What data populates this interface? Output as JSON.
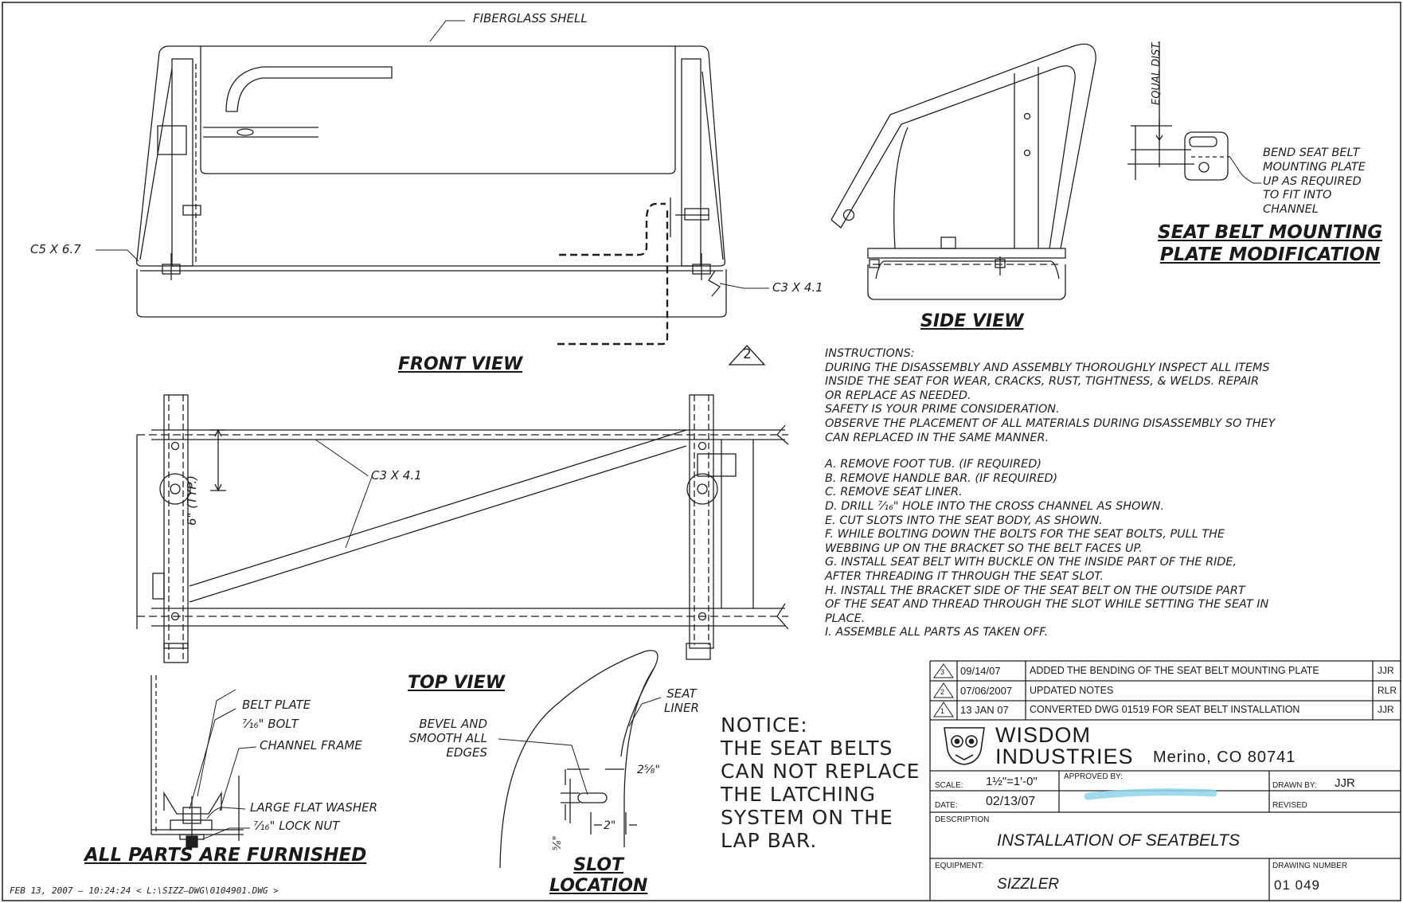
{
  "labels": {
    "fiberglass_shell": "FIBERGLASS SHELL",
    "c5": "C5 X 6.7",
    "c3_front": "C3 X 4.1",
    "c3_top": "C3 X 4.1",
    "typ": "6\" (TYP.)",
    "equal_dist": "EQUAL DIST.",
    "bend_note": [
      "BEND SEAT BELT",
      "MOUNTING PLATE",
      "UP AS REQUIRED",
      "TO FIT INTO",
      "CHANNEL"
    ],
    "belt_plate": "BELT PLATE",
    "bolt": "⁷⁄₁₆\" BOLT",
    "channel_frame": "CHANNEL FRAME",
    "washer": "LARGE FLAT WASHER",
    "lock_nut": "⁷⁄₁₆\" LOCK NUT",
    "seat_liner": [
      "SEAT",
      "LINER"
    ],
    "bevel": [
      "BEVEL AND",
      "SMOOTH ALL",
      "EDGES"
    ],
    "dim_258": "2⁵⁄₈\"",
    "dim_2": "2\"",
    "dim_58": "⁵⁄₈\"",
    "rev_marker": "2"
  },
  "titles": {
    "front": "FRONT VIEW",
    "side": "SIDE VIEW",
    "top": "TOP VIEW",
    "seatbelt_1": "SEAT BELT MOUNTING",
    "seatbelt_2": "PLATE MODIFICATION",
    "parts": "ALL PARTS ARE FURNISHED",
    "slot_1": "SLOT",
    "slot_2": "LOCATION"
  },
  "instructions": {
    "intro": [
      "INSTRUCTIONS:",
      "DURING THE DISASSEMBLY AND ASSEMBLY THOROUGHLY INSPECT ALL ITEMS",
      "INSIDE THE SEAT FOR WEAR, CRACKS, RUST, TIGHTNESS, & WELDS.  REPAIR",
      "OR REPLACE AS NEEDED.",
      "SAFETY IS YOUR PRIME CONSIDERATION.",
      "OBSERVE THE PLACEMENT OF ALL MATERIALS DURING DISASSEMBLY SO THEY",
      "CAN REPLACED IN THE SAME MANNER."
    ],
    "steps": [
      "A.  REMOVE FOOT TUB. (IF REQUIRED)",
      "B.  REMOVE HANDLE BAR. (IF REQUIRED)",
      "C.  REMOVE SEAT LINER.",
      "D.  DRILL ⁷⁄₁₆\"  HOLE INTO THE CROSS CHANNEL AS SHOWN.",
      "E.  CUT SLOTS INTO THE SEAT BODY, AS SHOWN.",
      "F.  WHILE BOLTING DOWN THE BOLTS FOR THE SEAT BOLTS, PULL THE",
      "WEBBING UP ON THE BRACKET SO THE BELT FACES UP.",
      "G.  INSTALL SEAT BELT WITH BUCKLE ON THE INSIDE PART OF THE RIDE,",
      "AFTER THREADING IT THROUGH THE SEAT SLOT.",
      "H.  INSTALL THE BRACKET SIDE OF THE SEAT BELT ON THE OUTSIDE PART",
      "OF THE SEAT AND THREAD THROUGH THE SLOT WHILE SETTING THE SEAT IN",
      "PLACE.",
      "I.  ASSEMBLE ALL PARTS AS TAKEN OFF."
    ]
  },
  "notice": [
    "NOTICE:",
    "THE SEAT BELTS",
    "CAN NOT REPLACE",
    "THE LATCHING",
    "SYSTEM ON THE",
    "LAP BAR."
  ],
  "revisions": [
    {
      "num": "3",
      "date": "09/14/07",
      "desc": "ADDED THE BENDING OF THE SEAT BELT MOUNTING PLATE",
      "by": "JJR"
    },
    {
      "num": "2",
      "date": "07/06/2007",
      "desc": "UPDATED NOTES",
      "by": "RLR"
    },
    {
      "num": "1",
      "date": "13 JAN 07",
      "desc": "CONVERTED DWG 01519 FOR SEAT BELT INSTALLATION",
      "by": "JJR"
    }
  ],
  "title_block": {
    "company_1": "WISDOM",
    "company_2": "INDUSTRIES",
    "location": "Merino, CO 80741",
    "scale_label": "SCALE:",
    "scale": "1½\"=1'-0\"",
    "approved_label": "APPROVED BY:",
    "drawn_label": "DRAWN BY:",
    "drawn": "JJR",
    "date_label": "DATE:",
    "date": "02/13/07",
    "revised_label": "REVISED",
    "description_label": "DESCRIPTION",
    "description": "INSTALLATION OF SEATBELTS",
    "equipment_label": "EQUIPMENT:",
    "equipment": "SIZZLER",
    "drawing_number_label": "DRAWING NUMBER",
    "drawing_number": "01 049"
  },
  "footer": "FEB 13, 2007 – 10:24:24   < L:\\SIZZ–DWG\\0104901.DWG >",
  "colors": {
    "ink": "#1f1f1f",
    "highlight": "#8fd3ea"
  }
}
